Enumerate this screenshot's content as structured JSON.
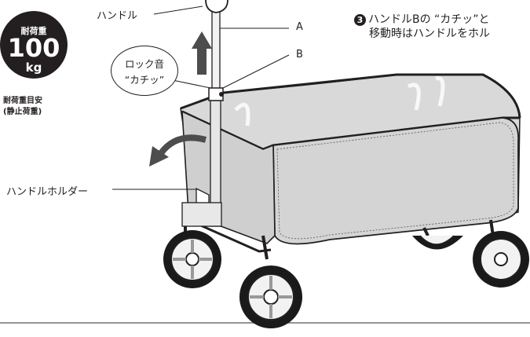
{
  "badge": {
    "line1": "耐荷重",
    "line2": "100",
    "line3": "kg"
  },
  "badge_caption": {
    "line1": "耐荷重目安",
    "line2": "(静止荷重)"
  },
  "labels": {
    "handle": "ハンドル",
    "a": "A",
    "b": "B",
    "handle_holder": "ハンドルホルダー"
  },
  "bubble": {
    "line1": "ロック音",
    "line2": "“カチッ”"
  },
  "instruction": {
    "number": "3",
    "line1": "ハンドルBの “カチッ”と",
    "line2": "移動時はハンドルをホル"
  }
}
